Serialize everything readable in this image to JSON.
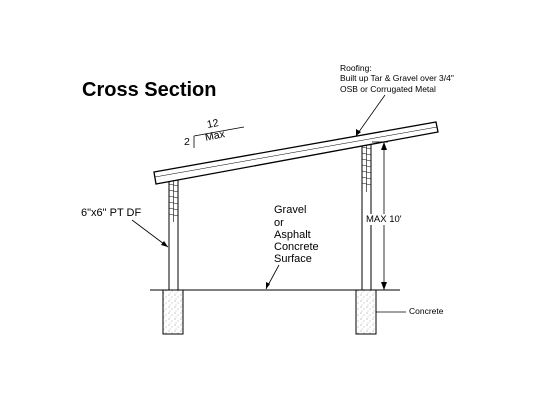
{
  "title": "Cross Section",
  "roofing": {
    "line1": "Roofing:",
    "line2": "Built up Tar & Gravel over 3/4\"",
    "line3": "OSB or Corrugated Metal"
  },
  "slope": {
    "run": "12",
    "rise": "2",
    "qualifier": "Max"
  },
  "post_label": "6\"x6\" PT DF",
  "surface": {
    "line1": "Gravel",
    "line2": "or",
    "line3": "Asphalt",
    "line4": "Concrete",
    "line5": "Surface"
  },
  "max_height": "MAX 10'",
  "footing_label": "Concrete"
}
